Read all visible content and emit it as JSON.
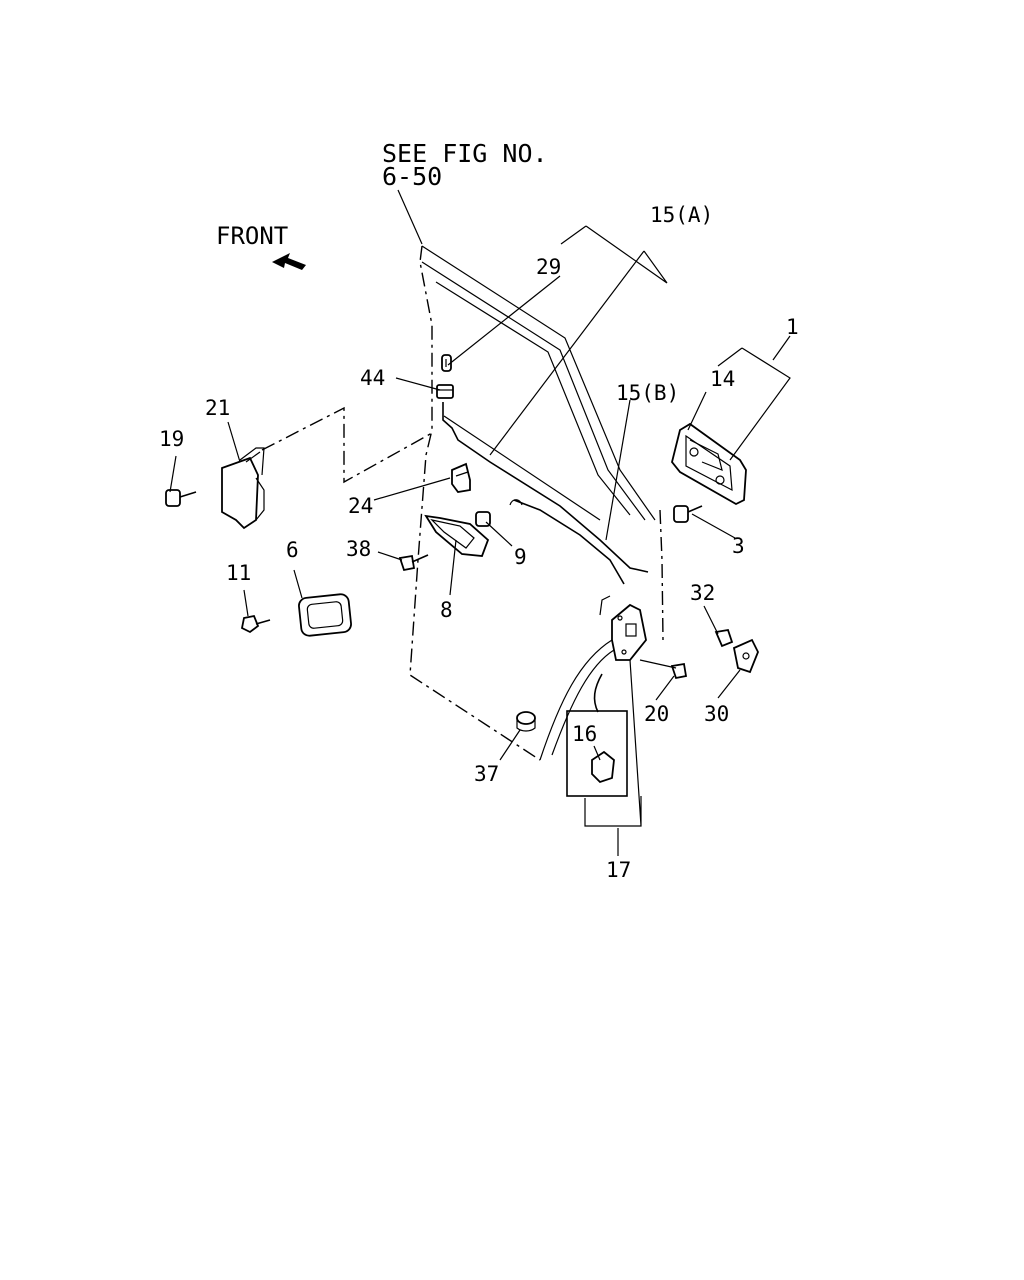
{
  "reference": {
    "line1": "SEE FIG NO.",
    "line2": "6-50"
  },
  "front_label": "FRONT",
  "callouts": {
    "c1": "1",
    "c3": "3",
    "c6": "6",
    "c8": "8",
    "c9": "9",
    "c11": "11",
    "c14": "14",
    "c15a": "15(A)",
    "c15b": "15(B)",
    "c16": "16",
    "c17": "17",
    "c19": "19",
    "c20": "20",
    "c21": "21",
    "c24": "24",
    "c29": "29",
    "c30": "30",
    "c32": "32",
    "c37": "37",
    "c38": "38",
    "c44": "44"
  }
}
